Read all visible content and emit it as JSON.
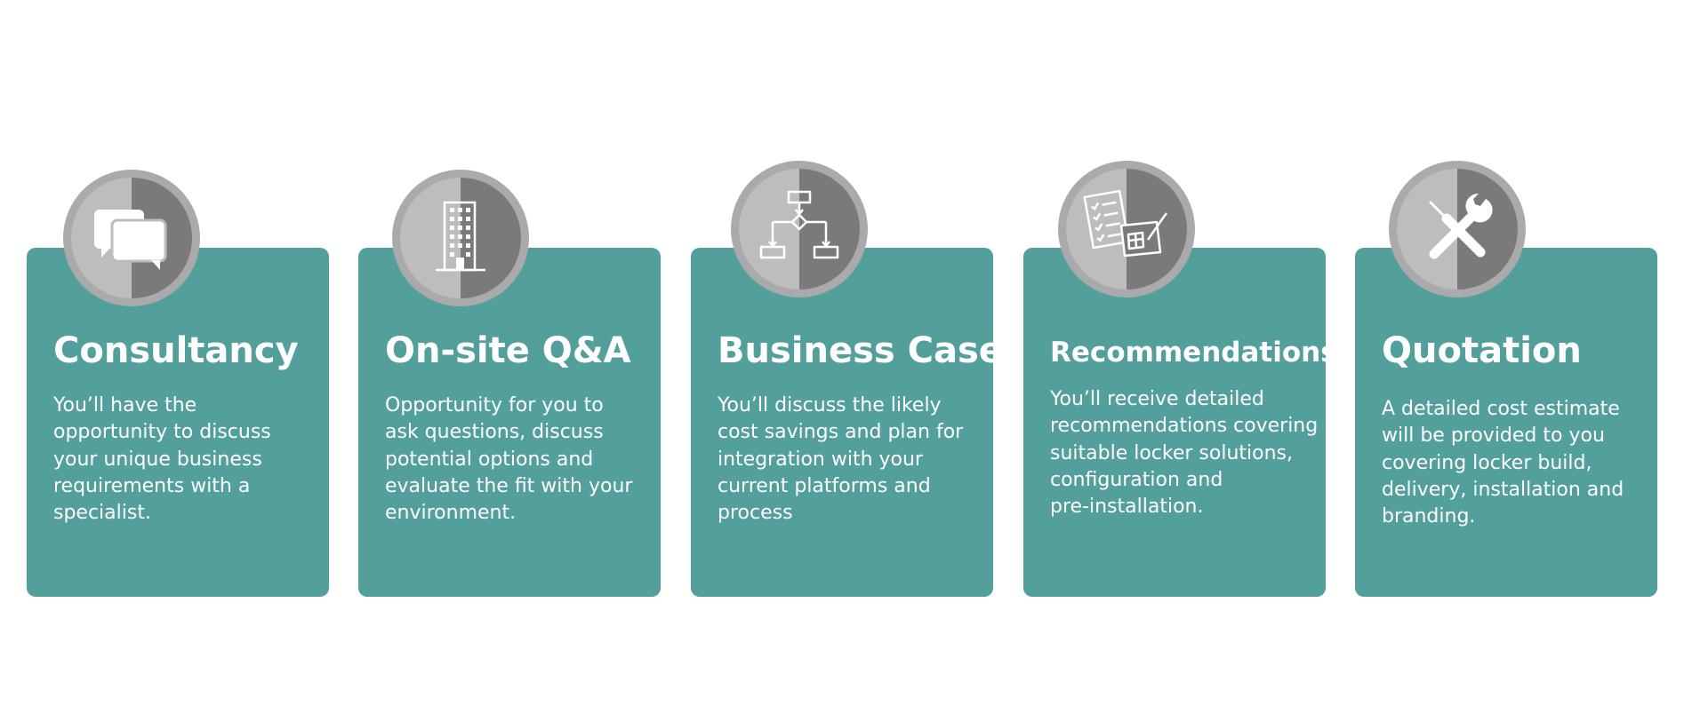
{
  "colors": {
    "card_background": "#539f9b",
    "card_text": "#ffffff",
    "badge_ring": "#aaaaaa",
    "badge_left_half": "#bdbdbd",
    "badge_right_half": "#7a7a7a",
    "icon_stroke": "#ffffff"
  },
  "steps": [
    {
      "title": "Consultancy",
      "description_lines": [
        "You’ll have the",
        "opportunity to discuss",
        "your unique business",
        "requirements with a",
        "specialist."
      ],
      "icon": "speech-bubbles-icon"
    },
    {
      "title": "On-site Q&A",
      "description_lines": [
        "Opportunity for you to",
        "ask questions, discuss",
        "potential options and",
        "evaluate the fit with your",
        "environment."
      ],
      "icon": "office-building-icon"
    },
    {
      "title": "Business Case",
      "description_lines": [
        "You’ll discuss the likely",
        "cost savings and plan for",
        "integration with your",
        "current platforms and",
        "process"
      ],
      "icon": "flowchart-icon"
    },
    {
      "title": "Recommendations",
      "description_lines": [
        "You’ll receive detailed",
        "recommendations covering",
        "suitable locker solutions,",
        "configuration and",
        "pre-installation."
      ],
      "icon": "checklist-blueprint-icon"
    },
    {
      "title": "Quotation",
      "description_lines": [
        "A detailed cost estimate",
        "will be provided to you",
        "covering locker build,",
        "delivery, installation and",
        "branding."
      ],
      "icon": "screwdriver-wrench-icon"
    }
  ]
}
